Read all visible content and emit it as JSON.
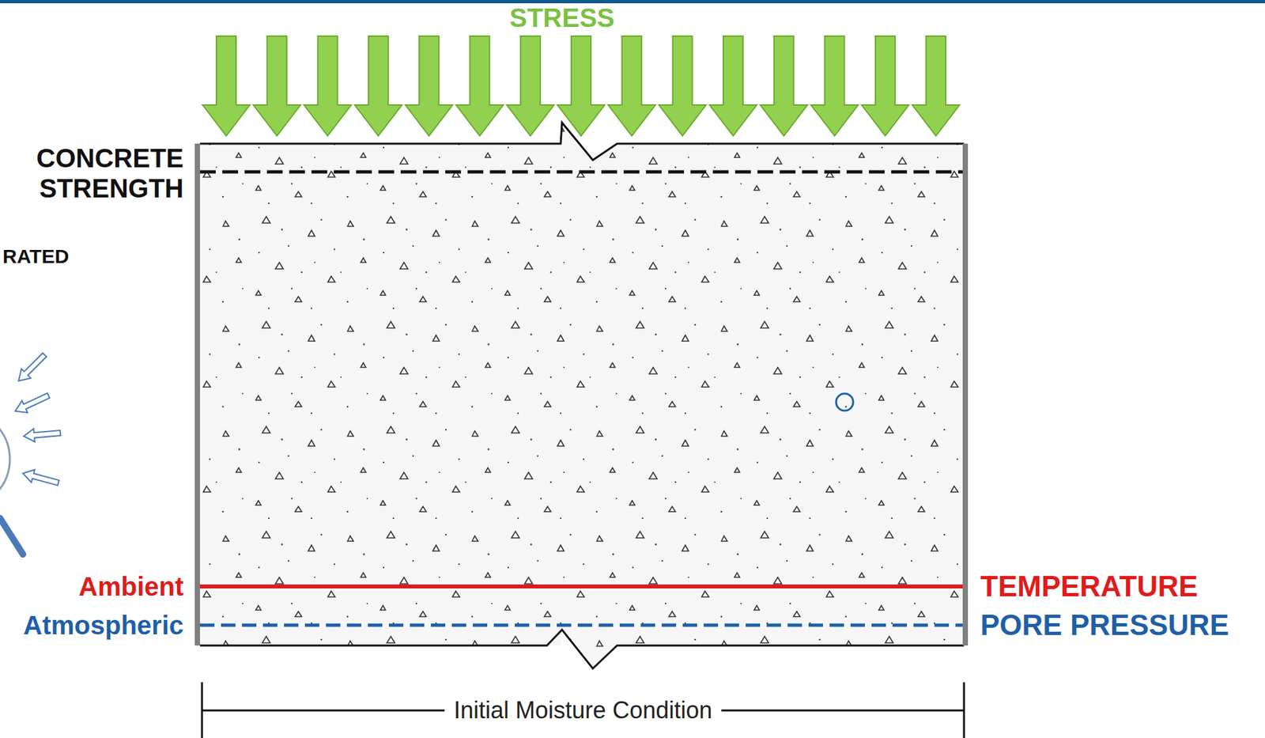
{
  "diagram": {
    "labels": [
      "STRESS",
      "CONCRETE STRENGTH",
      "RATED",
      "Ambient",
      "Atmospheric",
      "TEMPERATURE",
      "PORE PRESSURE",
      "Initial Moisture Condition"
    ]
  }
}
